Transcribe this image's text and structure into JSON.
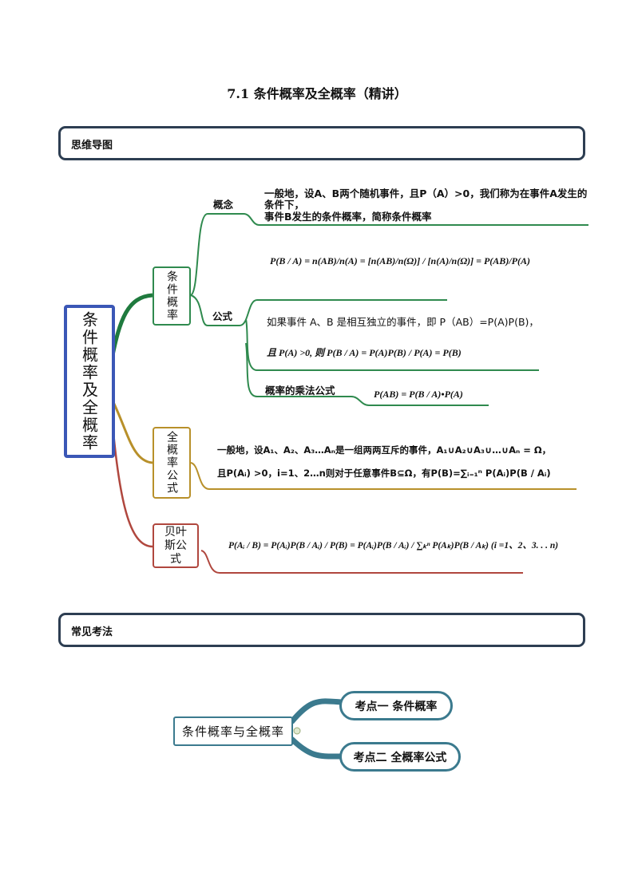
{
  "title": "7.1   条件概率及全概率（精讲）",
  "sections": {
    "mindmap": "思维导图",
    "exam": "常见考法"
  },
  "mindmap": {
    "root": "条件概率及全概率",
    "branches": [
      {
        "label": "条件概率",
        "color": "#2f8a4e",
        "concept_label": "概念",
        "concept_text_1": "一般地，设A、B两个随机事件，且P（A）>0，我们称为在事件A发生的条件下，",
        "concept_text_2": "事件B发生的条件概率，简称条件概率",
        "formula_label": "公式",
        "formula_main": "P(B / A) = n(AB)/n(A) = [n(AB)/n(Ω)] / [n(A)/n(Ω)] = P(AB)/P(A)",
        "independent_text": "如果事件 A、B 是相互独立的事件，即 P（AB）=P(A)P(B)，",
        "independent_formula": "且 P(A) >0, 则 P(B / A) = P(A)P(B) / P(A) = P(B)",
        "multiplication_label": "概率的乘法公式",
        "multiplication_formula": "P(AB) = P(B / A)•P(A)"
      },
      {
        "label": "全概率公式",
        "color": "#b8902a",
        "text_1": "一般地，设A₁、A₂、A₃…Aₙ是一组两两互斥的事件，A₁∪A₂∪A₃∪…∪Aₙ = Ω，",
        "text_2": "且P(Aᵢ) >0，i=1、2…n则对于任意事件B⊆Ω，有P(B)=∑ᵢ₌₁ⁿ P(Aᵢ)P(B / Aᵢ)"
      },
      {
        "label": "贝叶斯公式",
        "color": "#b0473e",
        "formula": "P(Aᵢ / B) = P(Aᵢ)P(B / Aᵢ) / P(B) = P(Aᵢ)P(B / Aᵢ) / ∑ₖⁿ P(Aₖ)P(B / Aₖ)  (i =1、2、3. . . n)"
      }
    ]
  },
  "exam_map": {
    "center": "条件概率与全概率",
    "nodes": [
      "考点一  条件概率",
      "考点二 全概率公式"
    ],
    "color": "#3b7a8e"
  }
}
